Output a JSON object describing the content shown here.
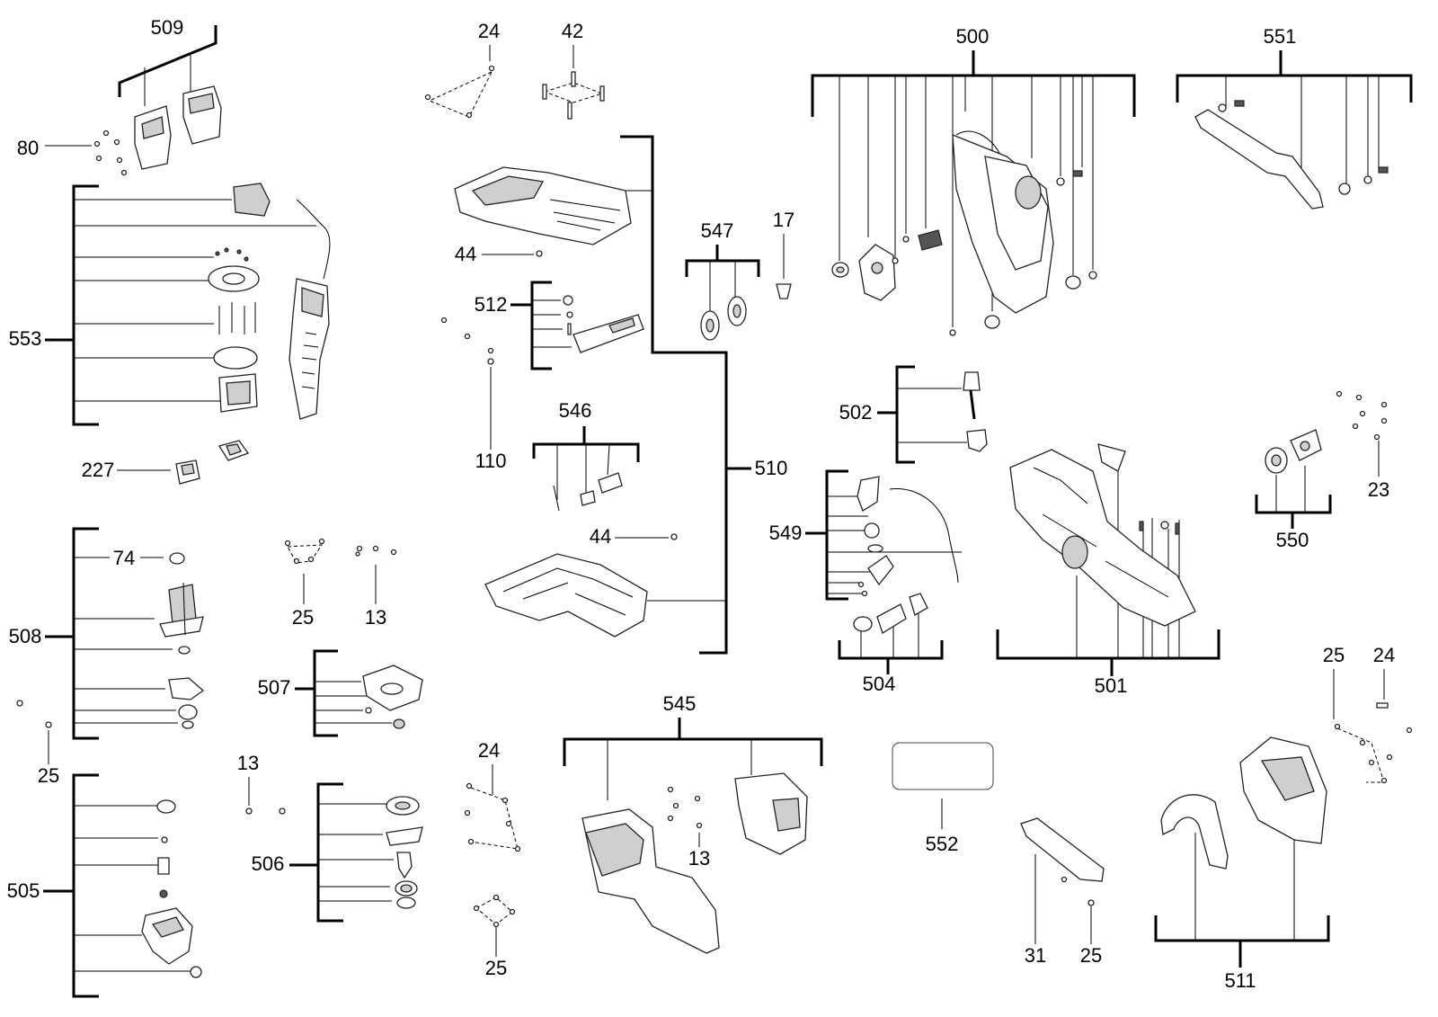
{
  "diagram": {
    "part_numbers": [
      "509",
      "80",
      "553",
      "227",
      "24",
      "42",
      "44",
      "512",
      "110",
      "546",
      "510",
      "547",
      "17",
      "500",
      "551",
      "502",
      "549",
      "504",
      "501",
      "23",
      "550",
      "74",
      "508",
      "25",
      "13",
      "507",
      "545",
      "552",
      "505",
      "506",
      "31",
      "511"
    ]
  }
}
